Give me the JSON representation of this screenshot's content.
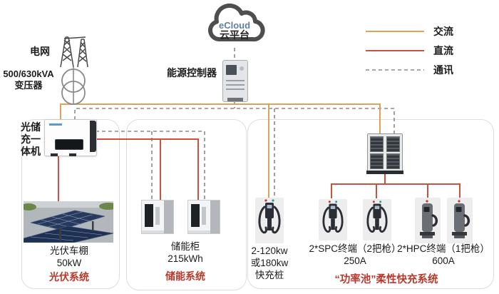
{
  "colors": {
    "ac": "#D9A45B",
    "dc": "#C9513E",
    "comm": "#8A8A8A",
    "wire_gray": "#8A8A8A",
    "accent_red": "#B6392B"
  },
  "legend": {
    "ac_label": "交流",
    "dc_label": "直流",
    "comm_label": "通讯"
  },
  "cloud": {
    "name_line": "eCloud",
    "platform_line": "云平台"
  },
  "controller": {
    "label": "能源控制器"
  },
  "grid": {
    "label": "电网",
    "transformer_line1": "500/630kVA",
    "transformer_line2": "变压器"
  },
  "inverter": {
    "label_lines": [
      "光储",
      "充一",
      "体机"
    ]
  },
  "pv_section": {
    "caption_line1": "光伏车棚",
    "caption_line2": "50kW",
    "system_label": "光伏系统"
  },
  "storage_section": {
    "caption_line1": "储能柜",
    "caption_line2": "215kWh",
    "system_label": "储能系统"
  },
  "charging_section": {
    "pile_lines": [
      "2-120kw",
      "或180kw",
      "快充桩"
    ],
    "spc_lines": [
      "2*SPC终端（2把枪）",
      "250A"
    ],
    "hpc_lines": [
      "2*HPC终端（1把枪）",
      "600A"
    ],
    "system_label": "“功率池”柔性快充系统"
  }
}
